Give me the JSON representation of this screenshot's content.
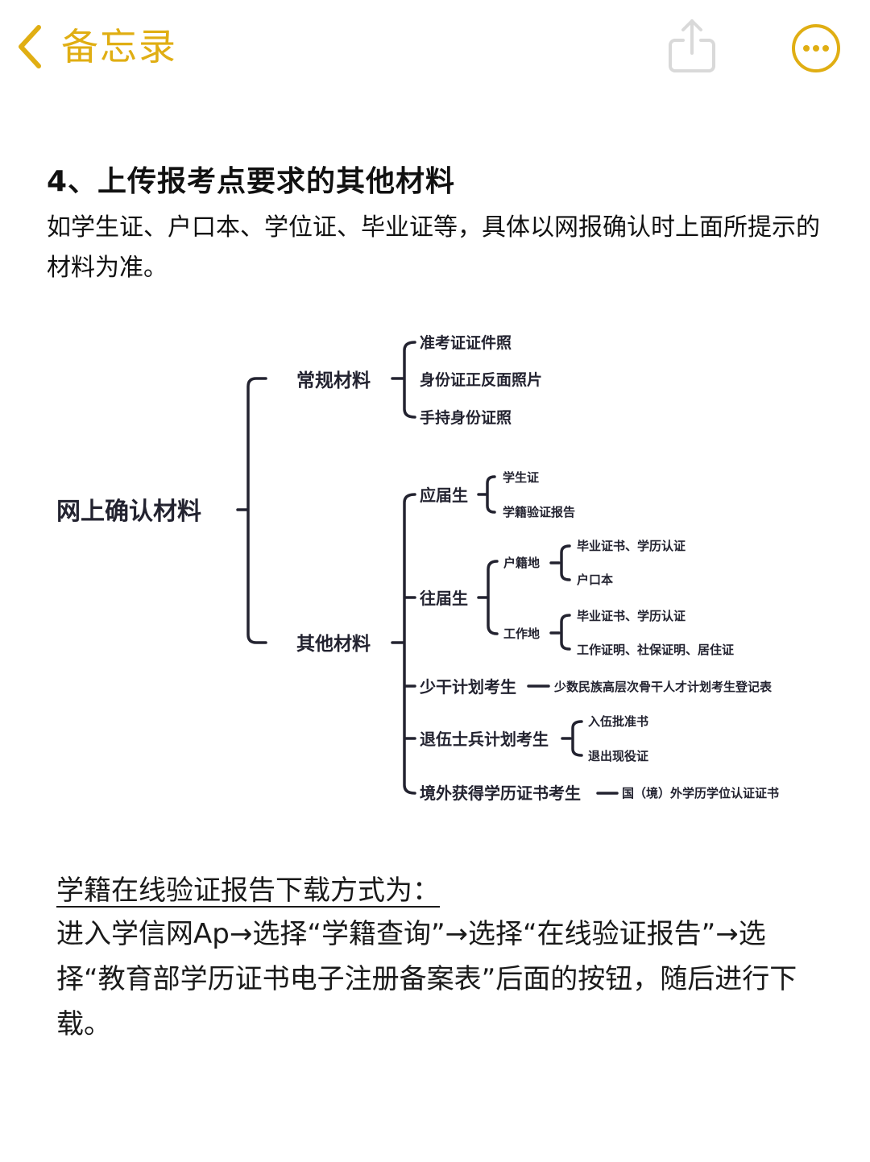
{
  "nav": {
    "back_label": "备忘录",
    "back_icon": "chevron-left-icon",
    "share_icon": "share-icon",
    "more_icon": "ellipsis-circle-icon",
    "accent_color": "#E0AE13",
    "share_color": "#D9D9D9"
  },
  "note": {
    "heading": "4、上传报考点要求的其他材料",
    "paragraph": "如学生证、户口本、学位证、毕业证等，具体以网报确认时上面所提示的材料为准。",
    "diagram": {
      "root": "网上确认材料",
      "regular": {
        "label": "常规材料",
        "items": [
          "准考证证件照",
          "身份证正反面照片",
          "手持身份证照"
        ]
      },
      "other": {
        "label": "其他材料",
        "fresh": {
          "label": "应届生",
          "items": [
            "学生证",
            "学籍验证报告"
          ]
        },
        "past": {
          "label": "往届生",
          "hukou": {
            "label": "户籍地",
            "items": [
              "毕业证书、学历认证",
              "户口本"
            ]
          },
          "work": {
            "label": "工作地",
            "items": [
              "毕业证书、学历认证",
              "工作证明、社保证明、居住证"
            ]
          }
        },
        "minority": {
          "label": "少干计划考生",
          "item": "少数民族高层次骨干人才计划考生登记表"
        },
        "veteran": {
          "label": "退伍士兵计划考生",
          "items": [
            "入伍批准书",
            "退出现役证"
          ]
        },
        "overseas": {
          "label": "境外获得学历证书考生",
          "item": "国（境）外学历学位认证证书"
        }
      }
    },
    "subheading": "学籍在线验证报告下载方式为：",
    "paragraph2": "进入学信网Ap→选择“学籍查询”→选择“在线验证报告”→选择“教育部学历证书电子注册备案表”后面的按钮，随后进行下载。"
  }
}
